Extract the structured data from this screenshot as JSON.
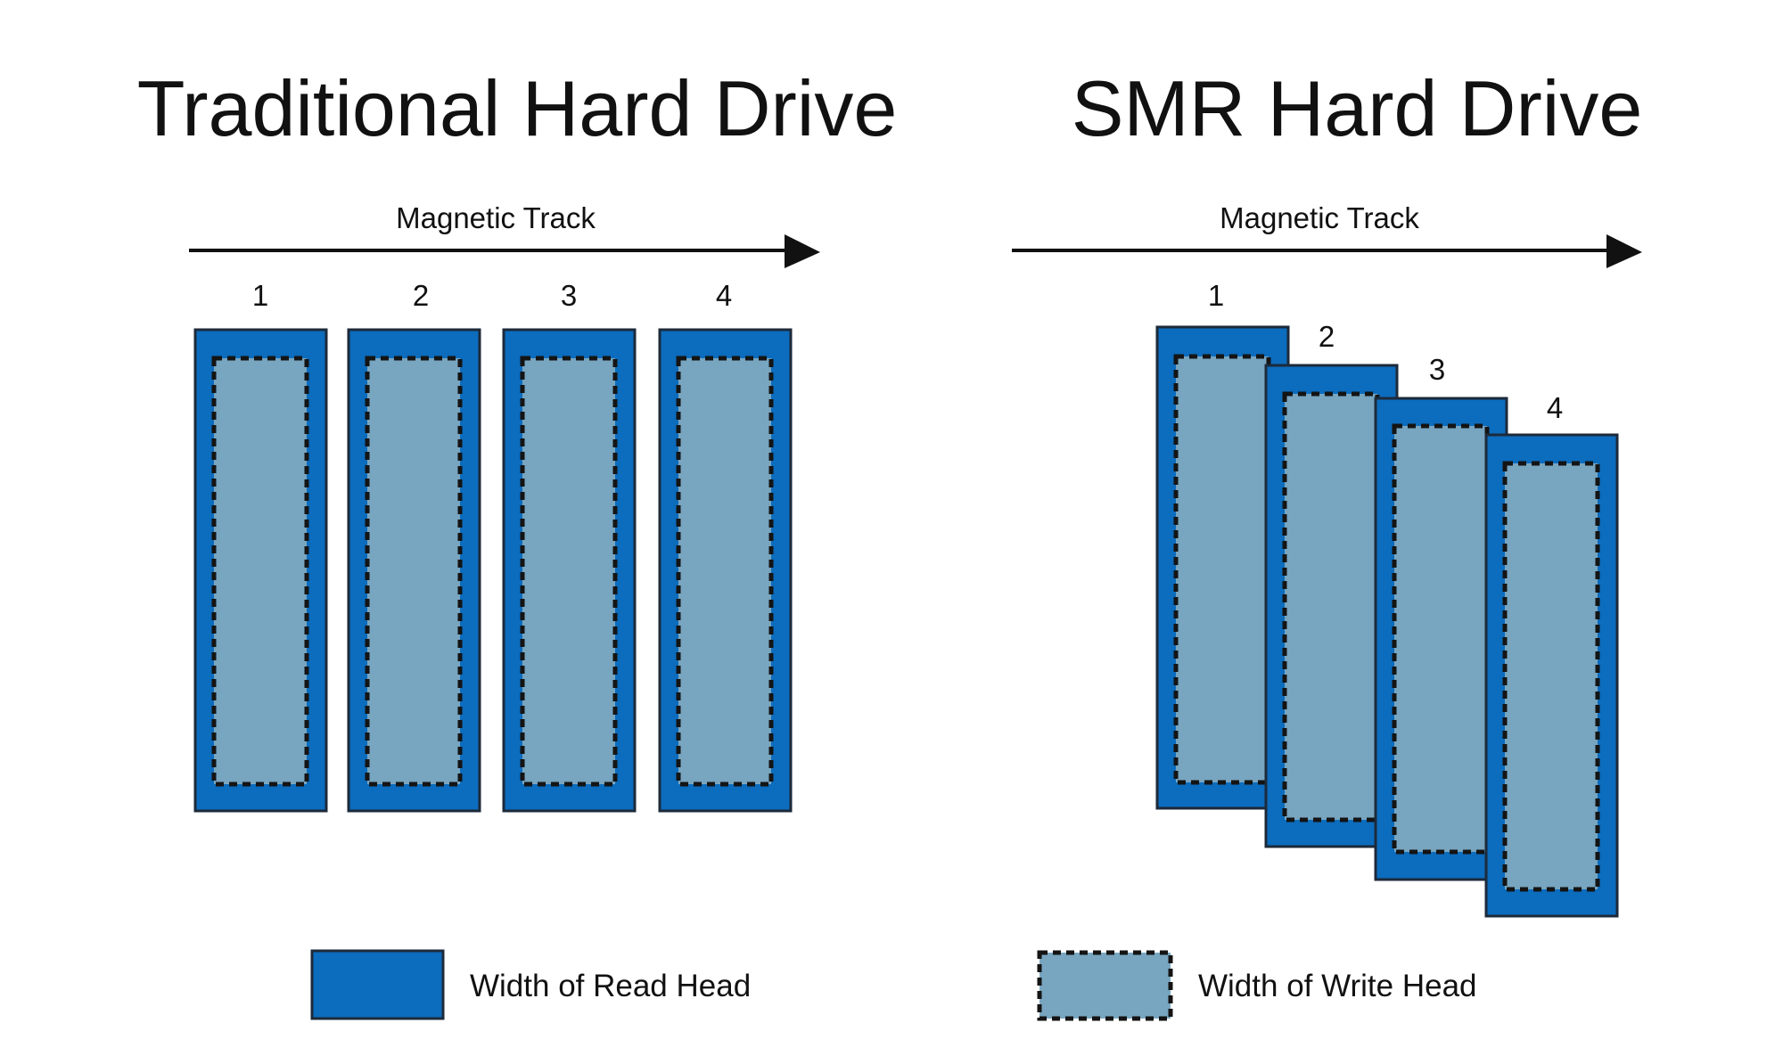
{
  "panels": {
    "traditional": {
      "title": "Traditional Hard Drive",
      "axis_label": "Magnetic Track",
      "tracks": [
        "1",
        "2",
        "3",
        "4"
      ]
    },
    "smr": {
      "title": "SMR Hard Drive",
      "axis_label": "Magnetic Track",
      "tracks": [
        "1",
        "2",
        "3",
        "4"
      ]
    }
  },
  "legend": {
    "read_head": "Width of Read Head",
    "write_head": "Width of Write Head"
  },
  "colors": {
    "read_head": "#0c6cbd",
    "write_head": "#78a5bf",
    "text": "#111111"
  }
}
